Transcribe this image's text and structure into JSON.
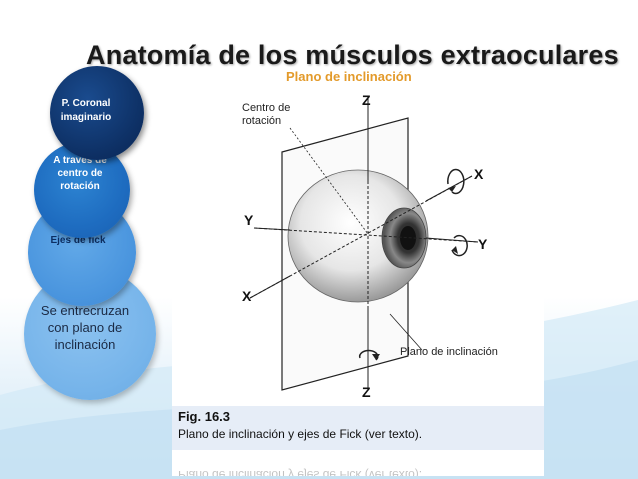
{
  "slide": {
    "title": "Anatomía de los músculos extraoculares",
    "subtitle": "Plano de inclinación"
  },
  "circles": [
    {
      "text": "P. Coronal imaginario"
    },
    {
      "text": "A través de centro de rotación"
    },
    {
      "text": "Ejes de fick"
    },
    {
      "text": "Se entrecruzan con plano de inclinación"
    }
  ],
  "figure": {
    "labels": {
      "center": "Centro de rotación",
      "plane": "Plano de inclinación"
    },
    "axes": {
      "z_top": "Z",
      "z_bottom": "Z",
      "x_right": "X",
      "x_left": "X",
      "y_left": "Y",
      "y_right": "Y"
    },
    "caption": {
      "fig": "Fig. 16.3",
      "text": "Plano de inclinación y ejes de Fick (ver texto)."
    }
  },
  "colors": {
    "circle1": "#0d2f63",
    "circle2": "#1e6cc0",
    "circle3": "#4a95de",
    "circle4": "#76b4ea",
    "subtitle": "#e39a2a",
    "caption_bg": "#e6edf7"
  }
}
